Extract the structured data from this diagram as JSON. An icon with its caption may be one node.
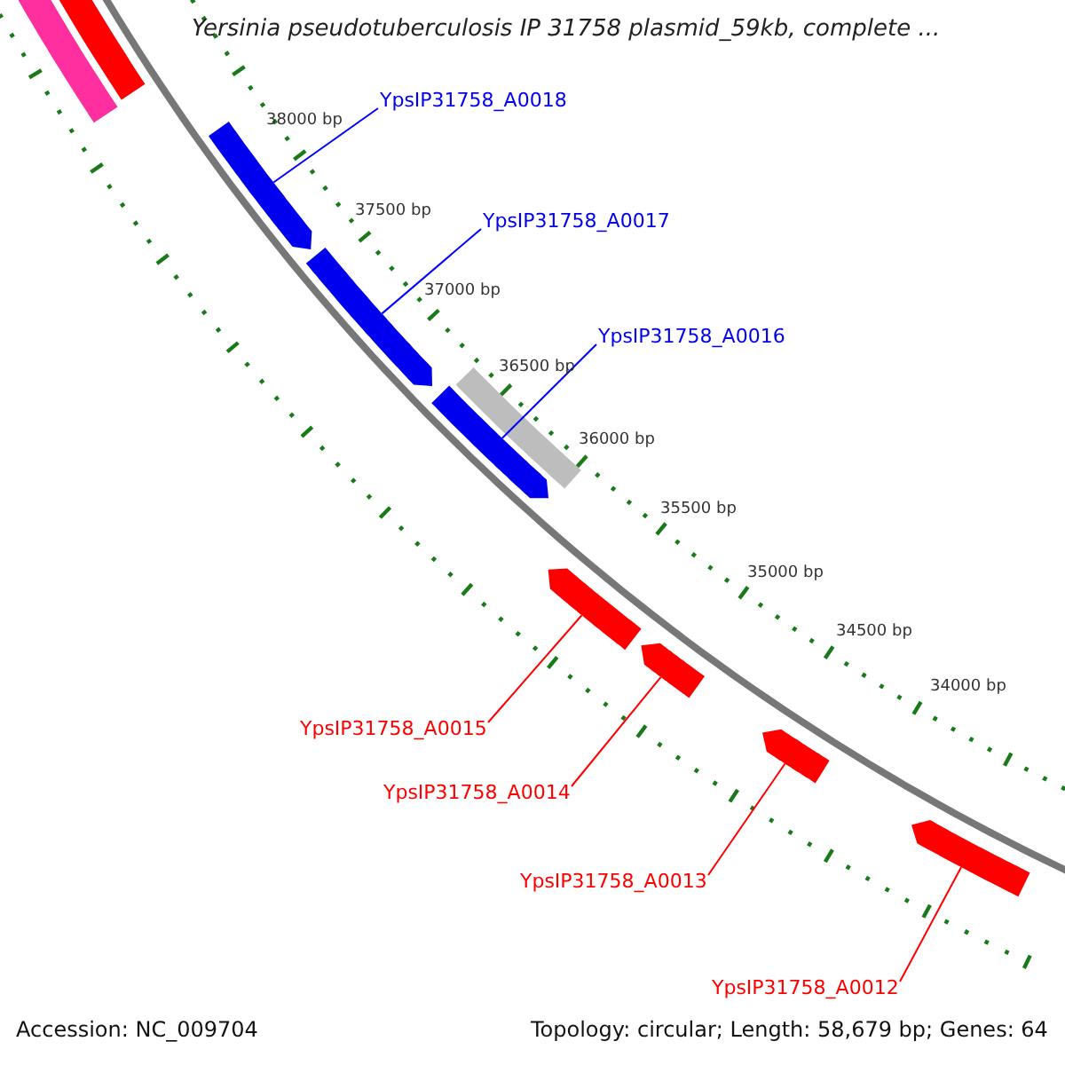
{
  "diagram": {
    "title": "Yersinia pseudotuberculosis IP 31758 plasmid_59kb, complete ...",
    "nodes": [
      {
        "text": [],
        "shape": "bar"
      },
      {
        "text": [],
        "shape": "bar"
      },
      {
        "text": [],
        "shape": "bar"
      },
      {
        "text": [],
        "shape": "bar"
      },
      {
        "text": [],
        "shape": "bar"
      },
      {
        "text": [],
        "shape": "bar"
      },
      {
        "text": [],
        "shape": "bar"
      },
      {
        "text": [],
        "shape": "bar"
      },
      {
        "text": [],
        "shape": "bar"
      },
      {
        "text": [],
        "shape": "bar"
      },
      {
        "text": [
          "YpsIP31758_A0018"
        ]
      },
      {
        "text": [
          "YpsIP31758_A0017"
        ]
      },
      {
        "text": [
          "YpsIP31758_A0016"
        ]
      },
      {
        "text": [
          "YpsIP31758_A0015"
        ]
      },
      {
        "text": [
          "YpsIP31758_A0014"
        ]
      },
      {
        "text": [
          "YpsIP31758_A0013"
        ]
      },
      {
        "text": [
          "YpsIP31758_A0012"
        ]
      }
    ],
    "edges": [
      {
        "from": 10,
        "to": 2,
        "arrow": "none",
        "color": "#0000ff"
      },
      {
        "from": 11,
        "to": 3,
        "arrow": "none",
        "color": "#0000ff"
      },
      {
        "from": 12,
        "to": 5,
        "arrow": "none",
        "color": "#0000ff"
      },
      {
        "from": 13,
        "to": 6,
        "arrow": "none"
      },
      {
        "from": 14,
        "to": 7,
        "arrow": "none"
      },
      {
        "from": 15,
        "to": 8,
        "arrow": "none"
      },
      {
        "from": 16,
        "to": 9,
        "arrow": "none"
      }
    ],
    "labels": [
      "38000 bp",
      "37500 bp",
      "37000 bp",
      "36500 bp",
      "36000 bp",
      "35500 bp",
      "35000 bp",
      "34500 bp",
      "34000 bp",
      "Accession: NC_009704",
      "Topology: circular; Length: 58,679 bp; Genes: 64"
    ]
  }
}
